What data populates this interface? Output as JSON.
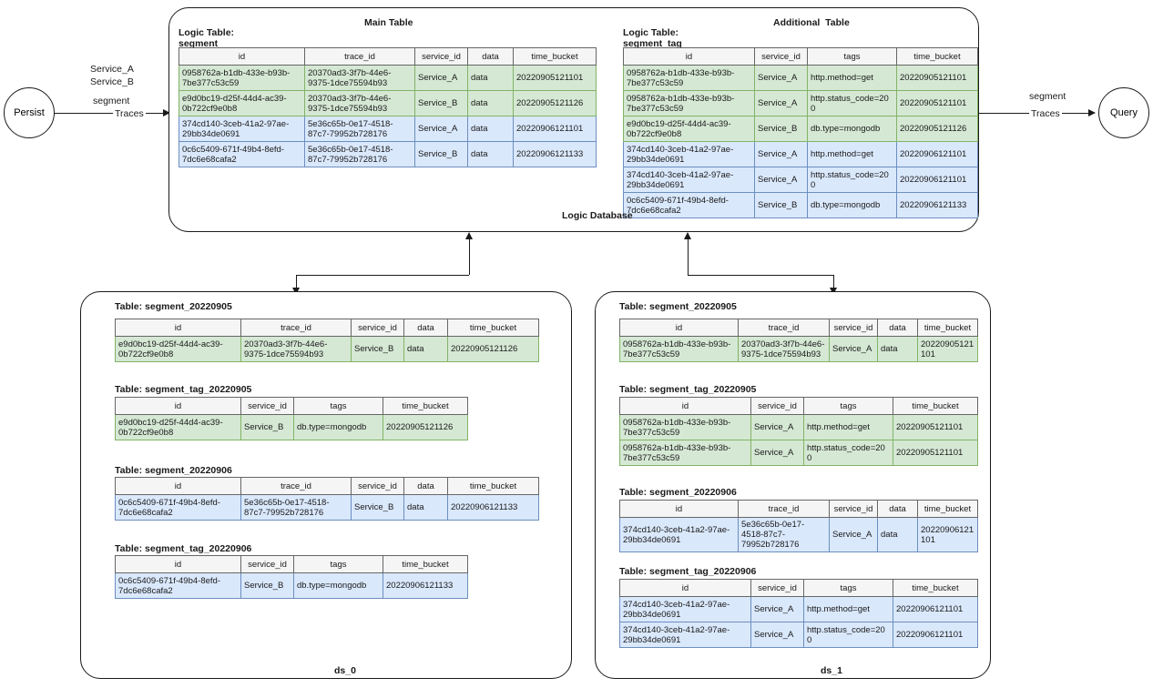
{
  "nodes": {
    "persist": "Persist",
    "query": "Query"
  },
  "edges": {
    "left_label_line1": "Service_A",
    "left_label_line2": "Service_B",
    "left_label_line3": "segment",
    "left_label_line4": "Traces",
    "right_label_line1": "segment",
    "right_label_line2": "Traces"
  },
  "logic_database": {
    "footer_label": "Logic Database",
    "main": {
      "title": "Main Table",
      "logic_label_line1": "Logic Table:",
      "logic_label_line2": "segment",
      "columns": [
        "id",
        "trace_id",
        "service_id",
        "data",
        "time_bucket"
      ],
      "rows": [
        {
          "tone": "green",
          "cells": [
            "0958762a-b1db-433e-b93b-7be377c53c59",
            "20370ad3-3f7b-44e6-9375-1dce75594b93",
            "Service_A",
            "data",
            "20220905121101"
          ]
        },
        {
          "tone": "green",
          "cells": [
            "e9d0bc19-d25f-44d4-ac39-0b722cf9e0b8",
            "20370ad3-3f7b-44e6-9375-1dce75594b93",
            "Service_B",
            "data",
            "20220905121126"
          ]
        },
        {
          "tone": "blue",
          "cells": [
            "374cd140-3ceb-41a2-97ae-29bb34de0691",
            "5e36c65b-0e17-4518-87c7-79952b728176",
            "Service_A",
            "data",
            "20220906121101"
          ]
        },
        {
          "tone": "blue",
          "cells": [
            "0c6c5409-671f-49b4-8efd-7dc6e68cafa2",
            "5e36c65b-0e17-4518-87c7-79952b728176",
            "Service_B",
            "data",
            "20220906121133"
          ]
        }
      ]
    },
    "additional": {
      "title": "Additional  Table",
      "logic_label_line1": "Logic Table:",
      "logic_label_line2": "segment_tag",
      "columns": [
        "id",
        "service_id",
        "tags",
        "time_bucket"
      ],
      "rows": [
        {
          "tone": "green",
          "cells": [
            "0958762a-b1db-433e-b93b-7be377c53c59",
            "Service_A",
            "http.method=get",
            "20220905121101"
          ]
        },
        {
          "tone": "green",
          "cells": [
            "0958762a-b1db-433e-b93b-7be377c53c59",
            "Service_A",
            "http.status_code=200",
            "20220905121101"
          ]
        },
        {
          "tone": "green",
          "cells": [
            "e9d0bc19-d25f-44d4-ac39-0b722cf9e0b8",
            "Service_B",
            "db.type=mongodb",
            "20220905121126"
          ]
        },
        {
          "tone": "blue",
          "cells": [
            "374cd140-3ceb-41a2-97ae-29bb34de0691",
            "Service_A",
            "http.method=get",
            "20220906121101"
          ]
        },
        {
          "tone": "blue",
          "cells": [
            "374cd140-3ceb-41a2-97ae-29bb34de0691",
            "Service_A",
            "http.status_code=200",
            "20220906121101"
          ]
        },
        {
          "tone": "blue",
          "cells": [
            "0c6c5409-671f-49b4-8efd-7dc6e68cafa2",
            "Service_B",
            "db.type=mongodb",
            "20220906121133"
          ]
        }
      ]
    }
  },
  "ds_0": {
    "footer_label": "ds_0",
    "tables": [
      {
        "caption": "Table: segment_20220905",
        "columns": [
          "id",
          "trace_id",
          "service_id",
          "data",
          "time_bucket"
        ],
        "rows": [
          {
            "tone": "green",
            "cells": [
              "e9d0bc19-d25f-44d4-ac39-0b722cf9e0b8",
              "20370ad3-3f7b-44e6-9375-1dce75594b93",
              "Service_B",
              "data",
              "20220905121126"
            ]
          }
        ]
      },
      {
        "caption": "Table: segment_tag_20220905",
        "columns": [
          "id",
          "service_id",
          "tags",
          "time_bucket"
        ],
        "rows": [
          {
            "tone": "green",
            "cells": [
              "e9d0bc19-d25f-44d4-ac39-0b722cf9e0b8",
              "Service_B",
              "db.type=mongodb",
              "20220905121126"
            ]
          }
        ]
      },
      {
        "caption": "Table: segment_20220906",
        "columns": [
          "id",
          "trace_id",
          "service_id",
          "data",
          "time_bucket"
        ],
        "rows": [
          {
            "tone": "blue",
            "cells": [
              "0c6c5409-671f-49b4-8efd-7dc6e68cafa2",
              "5e36c65b-0e17-4518-87c7-79952b728176",
              "Service_B",
              "data",
              "20220906121133"
            ]
          }
        ]
      },
      {
        "caption": "Table: segment_tag_20220906",
        "columns": [
          "id",
          "service_id",
          "tags",
          "time_bucket"
        ],
        "rows": [
          {
            "tone": "blue",
            "cells": [
              "0c6c5409-671f-49b4-8efd-7dc6e68cafa2",
              "Service_B",
              "db.type=mongodb",
              "20220906121133"
            ]
          }
        ]
      }
    ]
  },
  "ds_1": {
    "footer_label": "ds_1",
    "tables": [
      {
        "caption": "Table: segment_20220905",
        "columns": [
          "id",
          "trace_id",
          "service_id",
          "data",
          "time_bucket"
        ],
        "rows": [
          {
            "tone": "green",
            "cells": [
              "0958762a-b1db-433e-b93b-7be377c53c59",
              "20370ad3-3f7b-44e6-9375-1dce75594b93",
              "Service_A",
              "data",
              "20220905121101"
            ]
          }
        ]
      },
      {
        "caption": "Table: segment_tag_20220905",
        "columns": [
          "id",
          "service_id",
          "tags",
          "time_bucket"
        ],
        "rows": [
          {
            "tone": "green",
            "cells": [
              "0958762a-b1db-433e-b93b-7be377c53c59",
              "Service_A",
              "http.method=get",
              "20220905121101"
            ]
          },
          {
            "tone": "green",
            "cells": [
              "0958762a-b1db-433e-b93b-7be377c53c59",
              "Service_A",
              "http.status_code=200",
              "20220905121101"
            ]
          }
        ]
      },
      {
        "caption": "Table: segment_20220906",
        "columns": [
          "id",
          "trace_id",
          "service_id",
          "data",
          "time_bucket"
        ],
        "rows": [
          {
            "tone": "blue",
            "cells": [
              "374cd140-3ceb-41a2-97ae-29bb34de0691",
              "5e36c65b-0e17-4518-87c7-79952b728176",
              "Service_A",
              "data",
              "20220906121101"
            ]
          }
        ]
      },
      {
        "caption": "Table: segment_tag_20220906",
        "columns": [
          "id",
          "service_id",
          "tags",
          "time_bucket"
        ],
        "rows": [
          {
            "tone": "blue",
            "cells": [
              "374cd140-3ceb-41a2-97ae-29bb34de0691",
              "Service_A",
              "http.method=get",
              "20220906121101"
            ]
          },
          {
            "tone": "blue",
            "cells": [
              "374cd140-3ceb-41a2-97ae-29bb34de0691",
              "Service_A",
              "http.status_code=200",
              "20220906121101"
            ]
          }
        ]
      }
    ]
  },
  "colors": {
    "green_fill": "#d5e8d4",
    "green_stroke": "#82b366",
    "blue_fill": "#dae8fc",
    "blue_stroke": "#6c8ebf",
    "header_fill": "#f5f5f5",
    "line": "#1a1a1a"
  }
}
